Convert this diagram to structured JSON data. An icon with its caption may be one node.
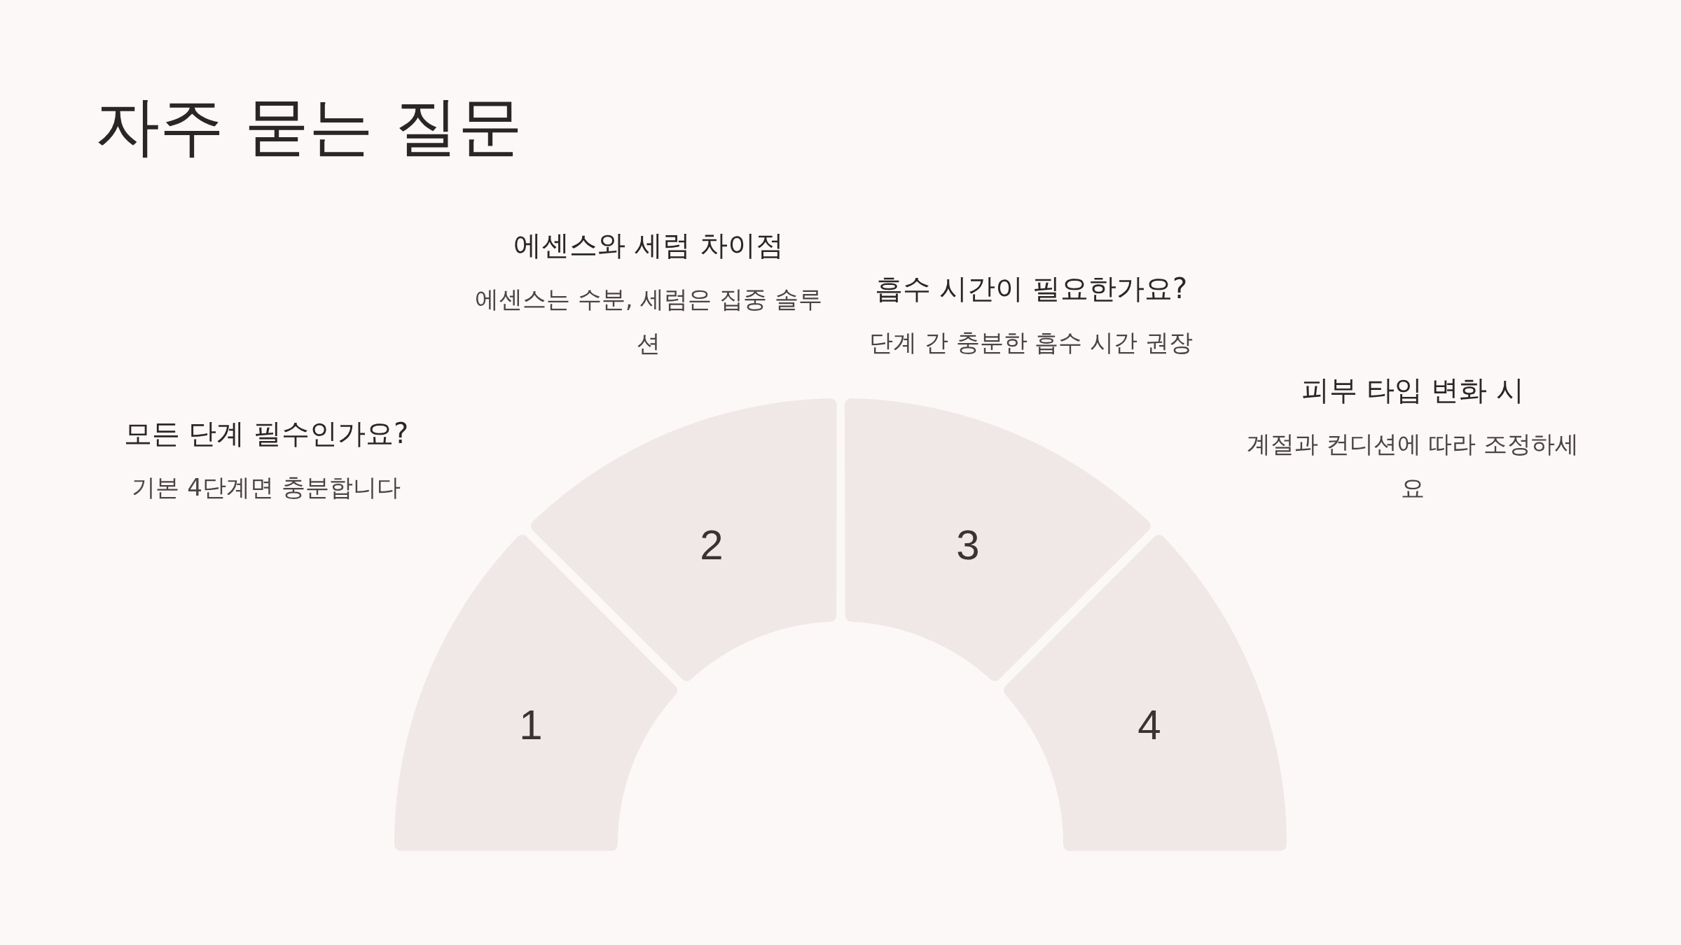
{
  "diagram": {
    "title": "자주 묻는 질문",
    "nodes": [
      {
        "text": [
          "1"
        ],
        "beside": [
          "모든 단계 필수인가요?",
          "기본 4단계면 충분합니다"
        ]
      },
      {
        "text": [
          "2"
        ],
        "beside": [
          "에센스와 세럼 차이점",
          "에센스는 수분, 세럼은 집중 솔루션"
        ]
      },
      {
        "text": [
          "3"
        ],
        "beside": [
          "흡수 시간이 필요한가요?",
          "단계 간 충분한 흡수 시간 권장"
        ]
      },
      {
        "text": [
          "4"
        ],
        "beside": [
          "피부 타입 변화 시",
          "계절과 컨디션에 따라 조정하세요"
        ]
      }
    ]
  }
}
